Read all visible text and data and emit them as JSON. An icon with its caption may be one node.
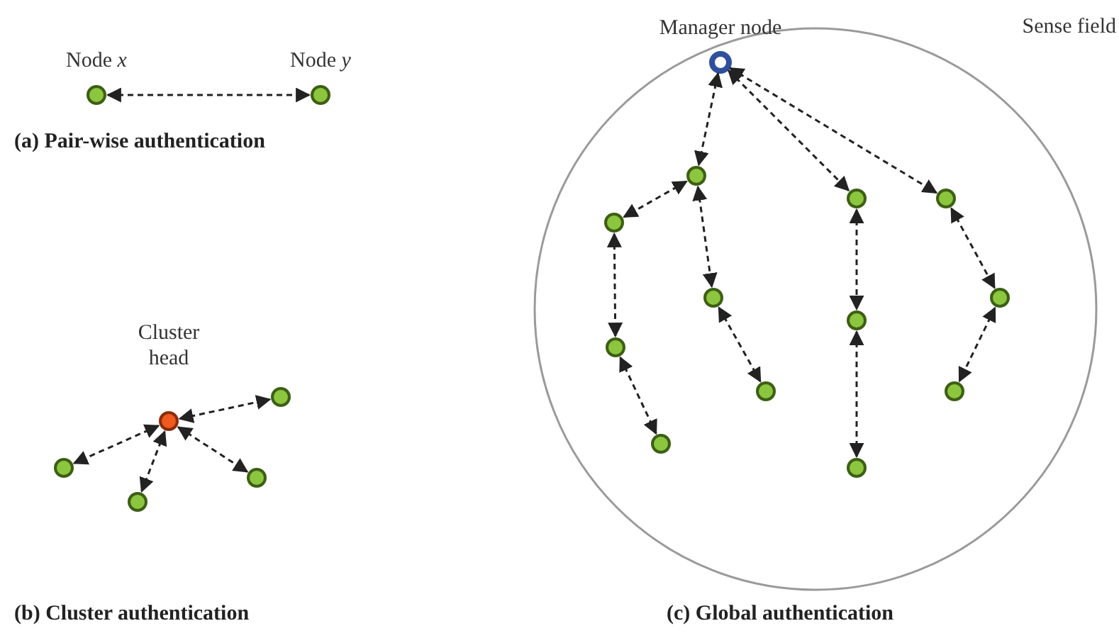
{
  "diagram": {
    "nodes": [
      {
        "text": [],
        "shape": "circle",
        "beside": [
          "Node *x*"
        ]
      },
      {
        "text": [],
        "shape": "circle",
        "beside": [
          "Node *y*"
        ]
      },
      {
        "text": [],
        "shape": "circle",
        "beside": [
          "Cluster head"
        ]
      },
      {
        "text": [],
        "shape": "circle"
      },
      {
        "text": [],
        "shape": "circle"
      },
      {
        "text": [],
        "shape": "circle"
      },
      {
        "text": [],
        "shape": "circle"
      },
      {
        "text": [
          "Sense field"
        ]
      },
      {
        "text": [],
        "shape": "circle",
        "beside": [
          "Manager node"
        ],
        "in": 7
      },
      {
        "text": [],
        "shape": "circle",
        "in": 7
      },
      {
        "text": [],
        "shape": "circle",
        "in": 7
      },
      {
        "text": [],
        "shape": "circle",
        "in": 7
      },
      {
        "text": [],
        "shape": "circle",
        "in": 7
      },
      {
        "text": [],
        "shape": "circle",
        "in": 7
      },
      {
        "text": [],
        "shape": "circle",
        "in": 7
      },
      {
        "text": [],
        "shape": "circle",
        "in": 7
      },
      {
        "text": [],
        "shape": "circle",
        "in": 7
      },
      {
        "text": [],
        "shape": "circle",
        "in": 7
      },
      {
        "text": [],
        "shape": "circle",
        "in": 7
      },
      {
        "text": [],
        "shape": "circle",
        "in": 7
      },
      {
        "text": [],
        "shape": "circle",
        "in": 7
      }
    ],
    "edges": [
      {
        "from": 0,
        "to": 1,
        "arrow": "both",
        "style": "dashed"
      },
      {
        "from": 2,
        "to": 3,
        "arrow": "both",
        "style": "dashed"
      },
      {
        "from": 2,
        "to": 4,
        "arrow": "both",
        "style": "dashed"
      },
      {
        "from": 2,
        "to": 5,
        "arrow": "both",
        "style": "dashed"
      },
      {
        "from": 2,
        "to": 6,
        "arrow": "both",
        "style": "dashed"
      },
      {
        "from": 8,
        "to": 9,
        "arrow": "both",
        "style": "dashed"
      },
      {
        "from": 9,
        "to": 10,
        "arrow": "both",
        "style": "dashed"
      },
      {
        "from": 10,
        "to": 15,
        "arrow": "both",
        "style": "dashed"
      },
      {
        "from": 15,
        "to": 19,
        "arrow": "both",
        "style": "dashed"
      },
      {
        "from": 9,
        "to": 13,
        "arrow": "both",
        "style": "dashed"
      },
      {
        "from": 13,
        "to": 17,
        "arrow": "both",
        "style": "dashed"
      },
      {
        "from": 8,
        "to": 11,
        "arrow": "both",
        "style": "dashed"
      },
      {
        "from": 11,
        "to": 16,
        "arrow": "both",
        "style": "dashed"
      },
      {
        "from": 16,
        "to": 20,
        "arrow": "both",
        "style": "dashed"
      },
      {
        "from": 8,
        "to": 12,
        "arrow": "both",
        "style": "dashed"
      },
      {
        "from": 12,
        "to": 14,
        "arrow": "both",
        "style": "dashed"
      },
      {
        "from": 14,
        "to": 18,
        "arrow": "both",
        "style": "dashed"
      }
    ],
    "labels": [
      "(a) Pair-wise authentication",
      "(b) Cluster authentication",
      "(c) Global authentication"
    ]
  }
}
